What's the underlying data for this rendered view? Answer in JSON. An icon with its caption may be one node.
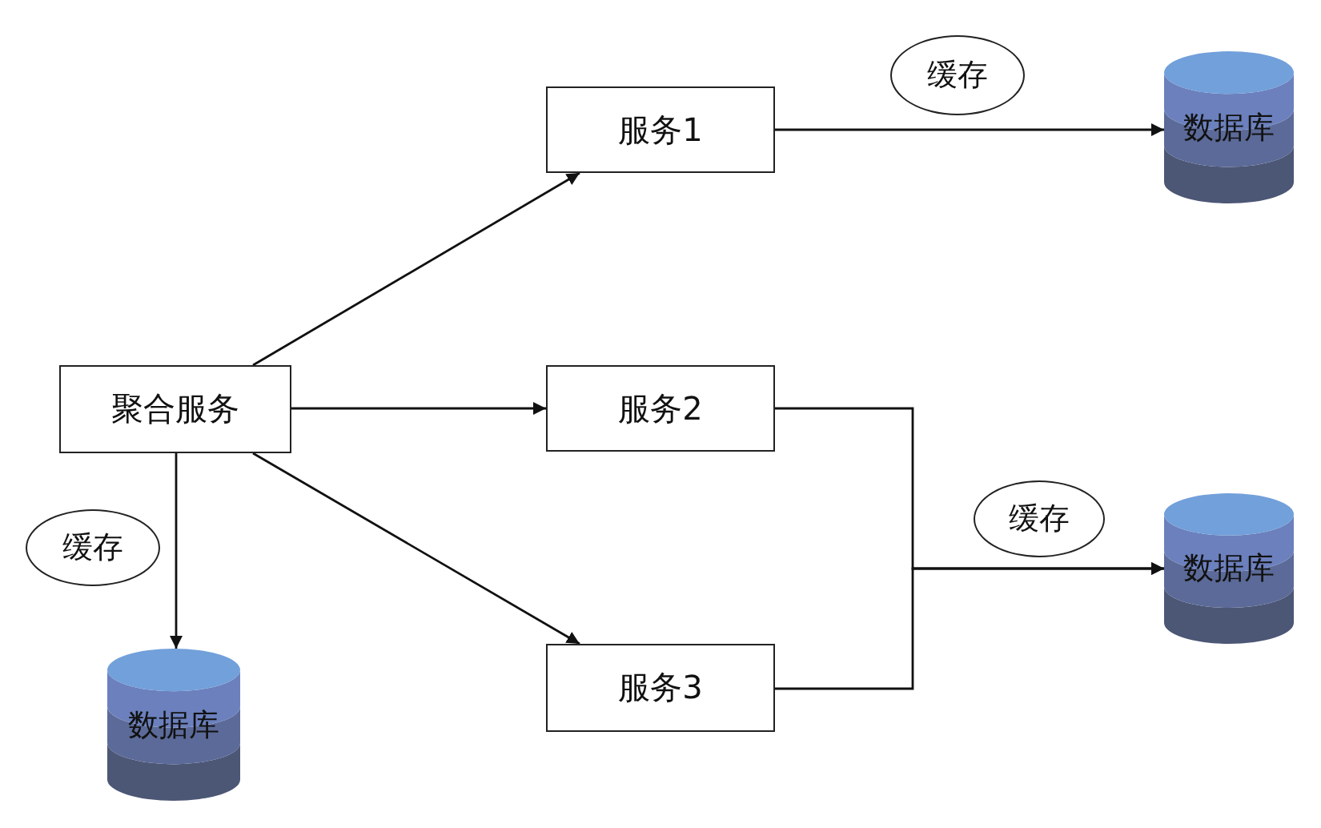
{
  "diagram": {
    "nodes": [
      {
        "text": [
          "聚合服务"
        ]
      },
      {
        "text": [
          "服务1"
        ]
      },
      {
        "text": [
          "服务2"
        ]
      },
      {
        "text": [
          "服务3"
        ]
      },
      {
        "text": [
          "缓存"
        ]
      },
      {
        "text": [
          "数据库"
        ]
      },
      {
        "text": [
          "缓存"
        ]
      },
      {
        "text": [
          "数据库"
        ]
      },
      {
        "text": [
          "缓存"
        ]
      },
      {
        "text": [
          "数据库"
        ]
      }
    ],
    "edges": [
      {
        "from": 0,
        "to": 1,
        "arrow": "to"
      },
      {
        "from": 0,
        "to": 2,
        "arrow": "to"
      },
      {
        "from": 0,
        "to": 3,
        "arrow": "to"
      },
      {
        "from": 0,
        "to": 9,
        "arrow": "to"
      },
      {
        "from": 1,
        "to": 5,
        "arrow": "to"
      },
      {
        "from": 2,
        "to": 7,
        "arrow": "to"
      },
      {
        "from": 3,
        "to": 7,
        "arrow": "to"
      }
    ]
  }
}
